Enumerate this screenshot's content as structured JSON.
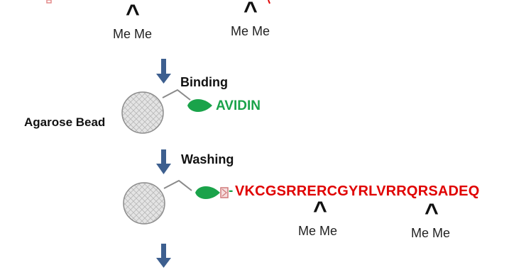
{
  "steps": {
    "binding_label": "Binding",
    "washing_label": "Washing"
  },
  "labels": {
    "bead_label": "Agarose Bead",
    "avidin_label": "AVIDIN"
  },
  "peptide": {
    "link_dash": "-",
    "sequence": "VKCGSRRERCGYRLVRRQRSADEQ",
    "methyl_top_1": "Me Me",
    "methyl_top_2": "Me Me",
    "methyl_bottom_1": "Me Me",
    "methyl_bottom_2": "Me Me"
  },
  "colors": {
    "arrow": "#3d5f8f",
    "avidin": "#1aa34a",
    "peptide": "#e00000",
    "bead_fill": "#e4e4e4",
    "bead_stroke": "#8c8c8c"
  },
  "icons": {
    "down_arrow": "down-arrow-icon",
    "bead": "agarose-bead-icon",
    "avidin": "avidin-icon",
    "biotin": "biotin-tag-icon"
  }
}
